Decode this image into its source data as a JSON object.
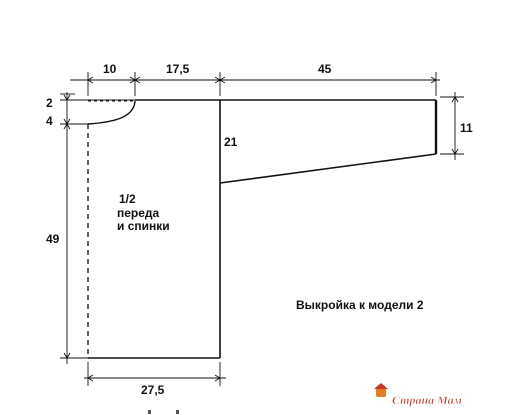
{
  "diagram": {
    "dimensions": {
      "neck_width": "10",
      "shoulder_width": "17,5",
      "sleeve_length": "45",
      "shoulder_drop": "2",
      "neck_depth": "4",
      "sleeve_cuff": "11",
      "armhole_depth": "21",
      "body_length": "49",
      "bottom_width": "27,5"
    },
    "piece_label": [
      "1/2",
      "переда",
      "и спинки"
    ],
    "title": "Выкройка к модели 2"
  },
  "watermark": {
    "text": "Страна Мам",
    "color": "#c0392b"
  },
  "colors": {
    "line": "#111111",
    "background": "#ffffff"
  }
}
